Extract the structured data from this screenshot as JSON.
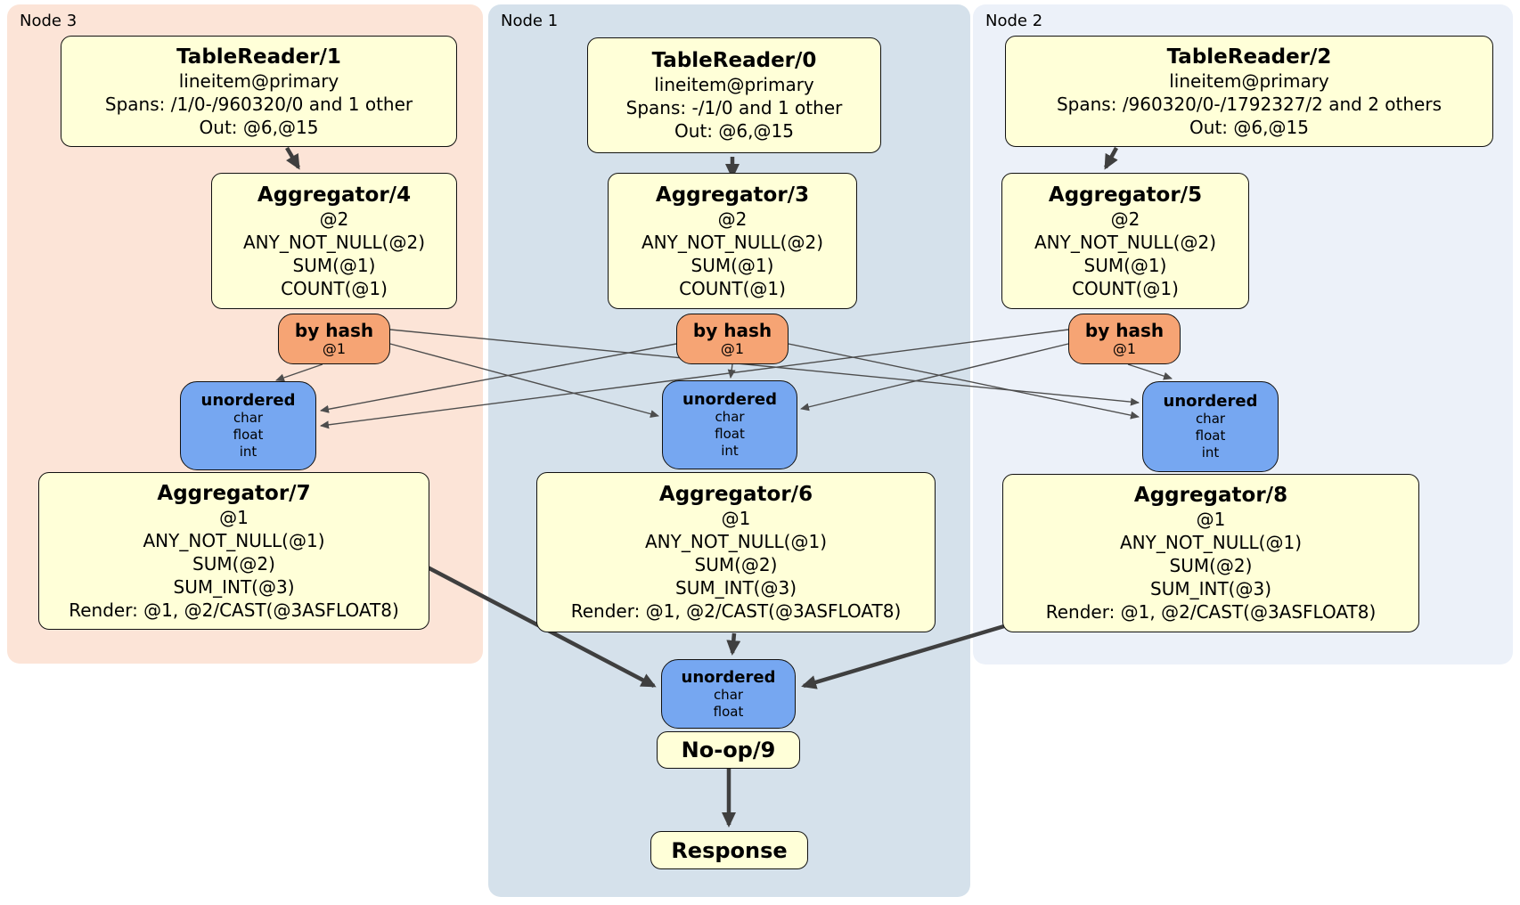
{
  "colors": {
    "node3_bg": "#fce4d7",
    "node1_bg": "#d5e1eb",
    "node2_bg": "#ecf1f9",
    "processor_fill": "#ffffd8",
    "router_fill": "#f6a474",
    "stream_fill": "#76a7f1",
    "edge_thin": "#4d4d4d",
    "edge_thick": "#3f3f3f"
  },
  "clusters": [
    {
      "label": "Node 3",
      "tablereader": {
        "title": "TableReader/1",
        "lines": [
          "lineitem@primary",
          "Spans: /1/0-/960320/0 and 1 other",
          "Out: @6,@15"
        ]
      },
      "aggregator_top": {
        "title": "Aggregator/4",
        "lines": [
          "@2",
          "ANY_NOT_NULL(@2)",
          "SUM(@1)",
          "COUNT(@1)"
        ]
      },
      "router": {
        "title": "by hash",
        "detail": "@1"
      },
      "stream": {
        "title": "unordered",
        "lines": [
          "char",
          "float",
          "int"
        ]
      },
      "aggregator_bottom": {
        "title": "Aggregator/7",
        "lines": [
          "@1",
          "ANY_NOT_NULL(@1)",
          "SUM(@2)",
          "SUM_INT(@3)",
          "Render: @1, @2/CAST(@3ASFLOAT8)"
        ]
      }
    },
    {
      "label": "Node 1",
      "tablereader": {
        "title": "TableReader/0",
        "lines": [
          "lineitem@primary",
          "Spans: -/1/0 and 1 other",
          "Out: @6,@15"
        ]
      },
      "aggregator_top": {
        "title": "Aggregator/3",
        "lines": [
          "@2",
          "ANY_NOT_NULL(@2)",
          "SUM(@1)",
          "COUNT(@1)"
        ]
      },
      "router": {
        "title": "by hash",
        "detail": "@1"
      },
      "stream": {
        "title": "unordered",
        "lines": [
          "char",
          "float",
          "int"
        ]
      },
      "aggregator_bottom": {
        "title": "Aggregator/6",
        "lines": [
          "@1",
          "ANY_NOT_NULL(@1)",
          "SUM(@2)",
          "SUM_INT(@3)",
          "Render: @1, @2/CAST(@3ASFLOAT8)"
        ]
      }
    },
    {
      "label": "Node 2",
      "tablereader": {
        "title": "TableReader/2",
        "lines": [
          "lineitem@primary",
          "Spans: /960320/0-/1792327/2 and 2 others",
          "Out: @6,@15"
        ]
      },
      "aggregator_top": {
        "title": "Aggregator/5",
        "lines": [
          "@2",
          "ANY_NOT_NULL(@2)",
          "SUM(@1)",
          "COUNT(@1)"
        ]
      },
      "router": {
        "title": "by hash",
        "detail": "@1"
      },
      "stream": {
        "title": "unordered",
        "lines": [
          "char",
          "float",
          "int"
        ]
      },
      "aggregator_bottom": {
        "title": "Aggregator/8",
        "lines": [
          "@1",
          "ANY_NOT_NULL(@1)",
          "SUM(@2)",
          "SUM_INT(@3)",
          "Render: @1, @2/CAST(@3ASFLOAT8)"
        ]
      }
    }
  ],
  "final": {
    "stream": {
      "title": "unordered",
      "lines": [
        "char",
        "float"
      ]
    },
    "noop": {
      "title": "No-op/9"
    },
    "response": {
      "title": "Response"
    }
  }
}
